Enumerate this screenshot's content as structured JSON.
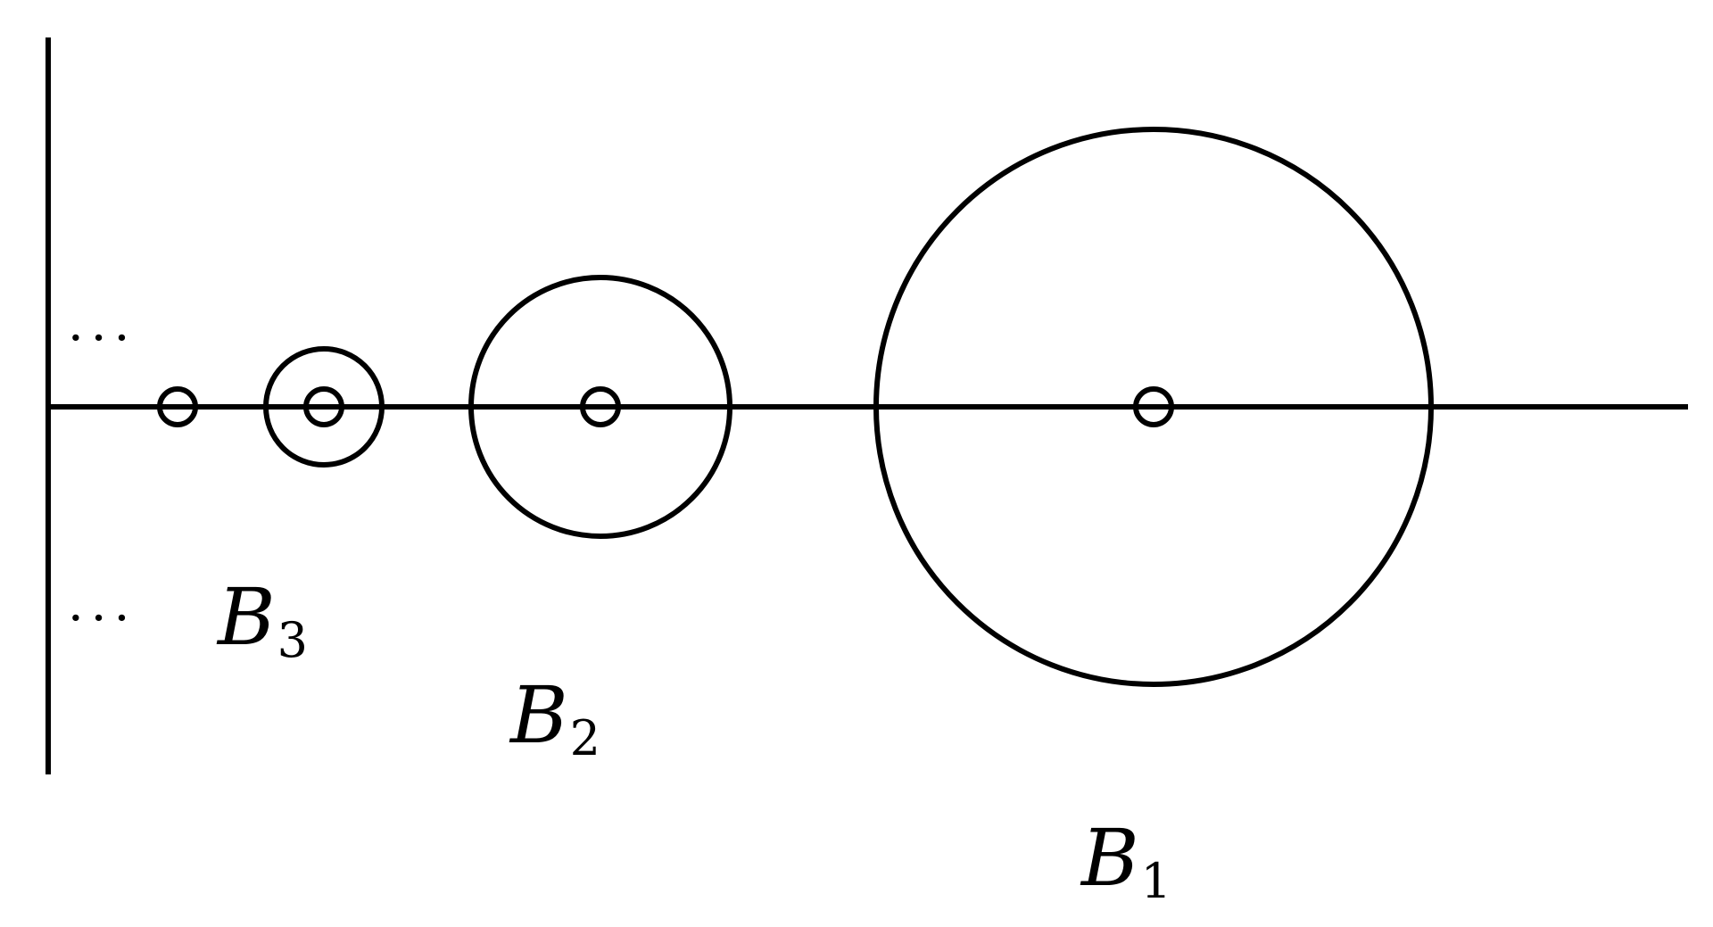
{
  "labels": {
    "b1": {
      "main": "B",
      "sub": "1"
    },
    "b2": {
      "main": "B",
      "sub": "2"
    },
    "b3": {
      "main": "B",
      "sub": "3"
    }
  },
  "ellipsis_upper": "···",
  "ellipsis_lower": "···",
  "colors": {
    "stroke": "#000000",
    "background": "#ffffff"
  }
}
